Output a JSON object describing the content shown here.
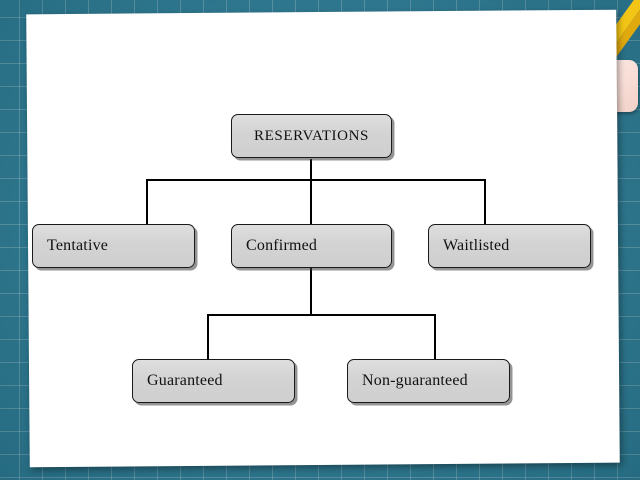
{
  "slide": {
    "background_color": "#2d7f99",
    "grid_line_color": "#7fb3c4",
    "paper_color": "#ffffff",
    "decorations": [
      {
        "name": "pencil",
        "color": "#f5c518"
      },
      {
        "name": "eraser",
        "color": "#f8ddd6"
      }
    ]
  },
  "diagram": {
    "type": "org-chart",
    "node_fill": "#d4d4d4",
    "node_border": "#1a1a1a",
    "connector_color": "#000000",
    "nodes": [
      {
        "id": "reservations",
        "label": "RESERVATIONS",
        "level": 0,
        "align": "center"
      },
      {
        "id": "tentative",
        "label": "Tentative",
        "level": 1,
        "align": "left"
      },
      {
        "id": "confirmed",
        "label": "Confirmed",
        "level": 1,
        "align": "left"
      },
      {
        "id": "waitlisted",
        "label": "Waitlisted",
        "level": 1,
        "align": "left"
      },
      {
        "id": "guaranteed",
        "label": "Guaranteed",
        "level": 2,
        "align": "left"
      },
      {
        "id": "nonguaranteed",
        "label": "Non-guaranteed",
        "level": 2,
        "align": "left"
      }
    ],
    "edges": [
      {
        "from": "reservations",
        "to": "tentative"
      },
      {
        "from": "reservations",
        "to": "confirmed"
      },
      {
        "from": "reservations",
        "to": "waitlisted"
      },
      {
        "from": "confirmed",
        "to": "guaranteed"
      },
      {
        "from": "confirmed",
        "to": "nonguaranteed"
      }
    ]
  }
}
